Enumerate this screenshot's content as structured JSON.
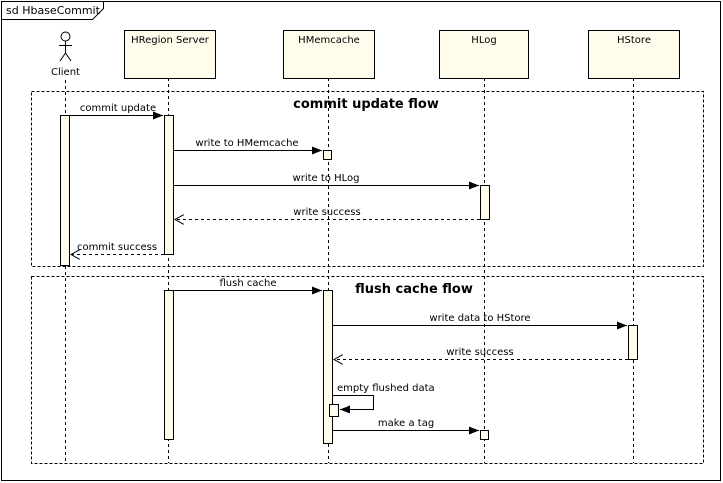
{
  "frame": {
    "title": "sd HbaseCommit"
  },
  "actor": {
    "label": "Client"
  },
  "lifelines": {
    "hregion": "HRegion Server",
    "hmemcache": "HMemcache",
    "hlog": "HLog",
    "hstore": "HStore"
  },
  "fragments": {
    "commit": "commit update flow",
    "flush": "flush cache flow"
  },
  "messages": {
    "commit_update": "commit update",
    "write_hmemcache": "write to HMemcache",
    "write_hlog": "write to HLog",
    "write_success_1": "write success",
    "commit_success": "commit success",
    "flush_cache": "flush cache",
    "write_hstore": "write data to HStore",
    "write_success_2": "write success",
    "empty_flushed": "empty flushed data",
    "make_tag": "make a tag"
  },
  "colors": {
    "box_fill": "#fffcec",
    "stroke": "#000000",
    "background": "#ffffff"
  }
}
